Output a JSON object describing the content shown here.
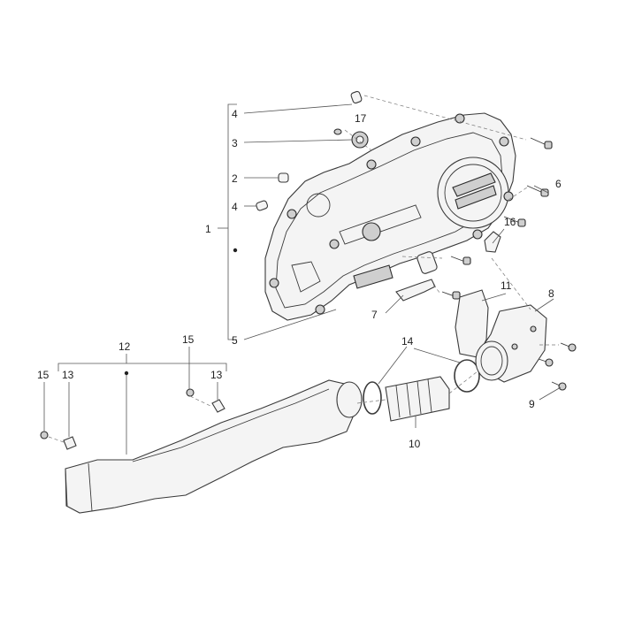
{
  "diagram": {
    "callouts": [
      {
        "id": "c1",
        "label": "1"
      },
      {
        "id": "c2",
        "label": "2"
      },
      {
        "id": "c3",
        "label": "3"
      },
      {
        "id": "c4a",
        "label": "4"
      },
      {
        "id": "c4b",
        "label": "4"
      },
      {
        "id": "c5",
        "label": "5"
      },
      {
        "id": "c6",
        "label": "6"
      },
      {
        "id": "c7",
        "label": "7"
      },
      {
        "id": "c8",
        "label": "8"
      },
      {
        "id": "c9",
        "label": "9"
      },
      {
        "id": "c10",
        "label": "10"
      },
      {
        "id": "c11",
        "label": "11"
      },
      {
        "id": "c12",
        "label": "12"
      },
      {
        "id": "c13a",
        "label": "13"
      },
      {
        "id": "c13b",
        "label": "13"
      },
      {
        "id": "c14",
        "label": "14"
      },
      {
        "id": "c15a",
        "label": "15"
      },
      {
        "id": "c15b",
        "label": "15"
      },
      {
        "id": "c16",
        "label": "16"
      },
      {
        "id": "c17",
        "label": "17"
      }
    ]
  }
}
